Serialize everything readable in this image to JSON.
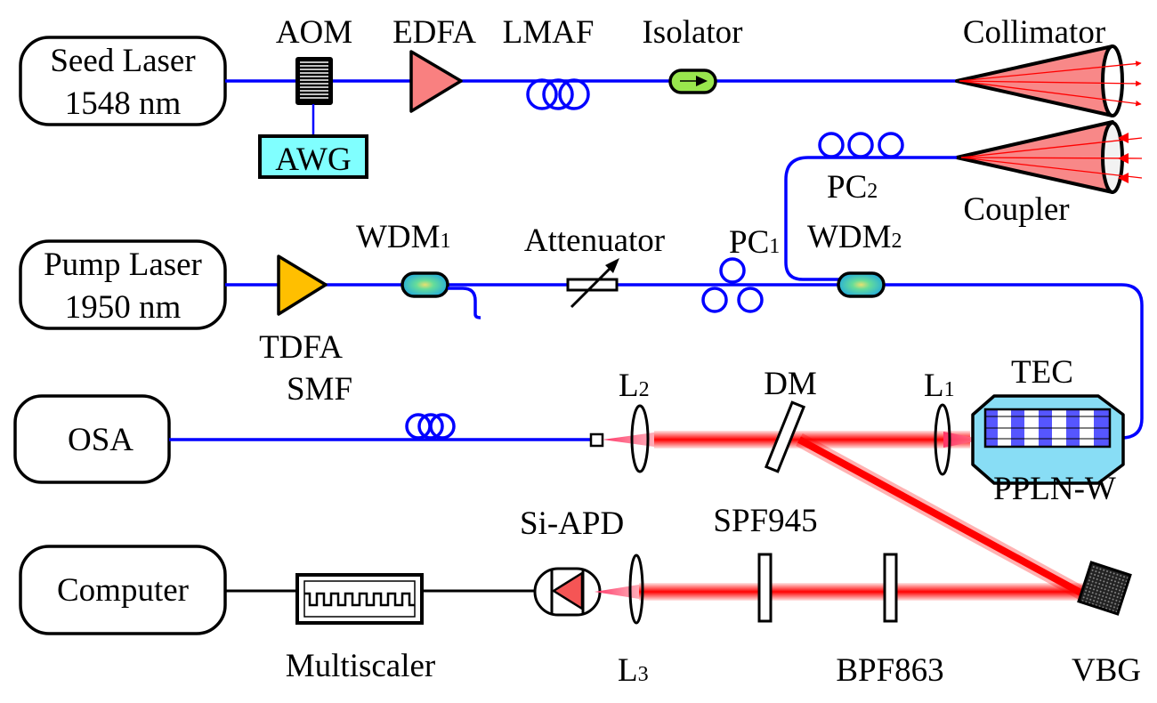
{
  "diagram": {
    "title": "Upconversion detection experimental setup",
    "colors": {
      "fiber": "#0000ff",
      "beam": "#ff0000",
      "edfa_fill": "#f98080",
      "tdfa_fill": "#ffbf00",
      "awg_fill": "#80ffff",
      "isolator_fill": "#99e64d",
      "tec_fill": "#88ddf5",
      "ppln_stripe": "#4444ff",
      "apd_fill": "#f55555",
      "cone_fill": "#f88888"
    },
    "sources": {
      "seed_laser": {
        "line1": "Seed Laser",
        "line2": "1548 nm"
      },
      "pump_laser": {
        "line1": "Pump Laser",
        "line2": "1950 nm"
      },
      "osa": {
        "label": "OSA"
      },
      "computer": {
        "label": "Computer"
      }
    },
    "components": {
      "aom": "AOM",
      "awg": "AWG",
      "edfa": "EDFA",
      "lmaf": "LMAF",
      "isolator": "Isolator",
      "collimator": "Collimator",
      "coupler": "Coupler",
      "pc2": {
        "base": "PC",
        "sub": "2"
      },
      "tdfa": "TDFA",
      "wdm1": {
        "base": "WDM",
        "sub": "1"
      },
      "attenuator": "Attenuator",
      "pc1": {
        "base": "PC",
        "sub": "1"
      },
      "wdm2": {
        "base": "WDM",
        "sub": "2"
      },
      "smf": "SMF",
      "l2": {
        "base": "L",
        "sub": "2"
      },
      "dm": "DM",
      "l1": {
        "base": "L",
        "sub": "1"
      },
      "tec": "TEC",
      "ppln": "PPLN-W",
      "si_apd": "Si-APD",
      "spf": "SPF945",
      "multiscaler": "Multiscaler",
      "l3": {
        "base": "L",
        "sub": "3"
      },
      "bpf": "BPF863",
      "vbg": "VBG"
    }
  }
}
